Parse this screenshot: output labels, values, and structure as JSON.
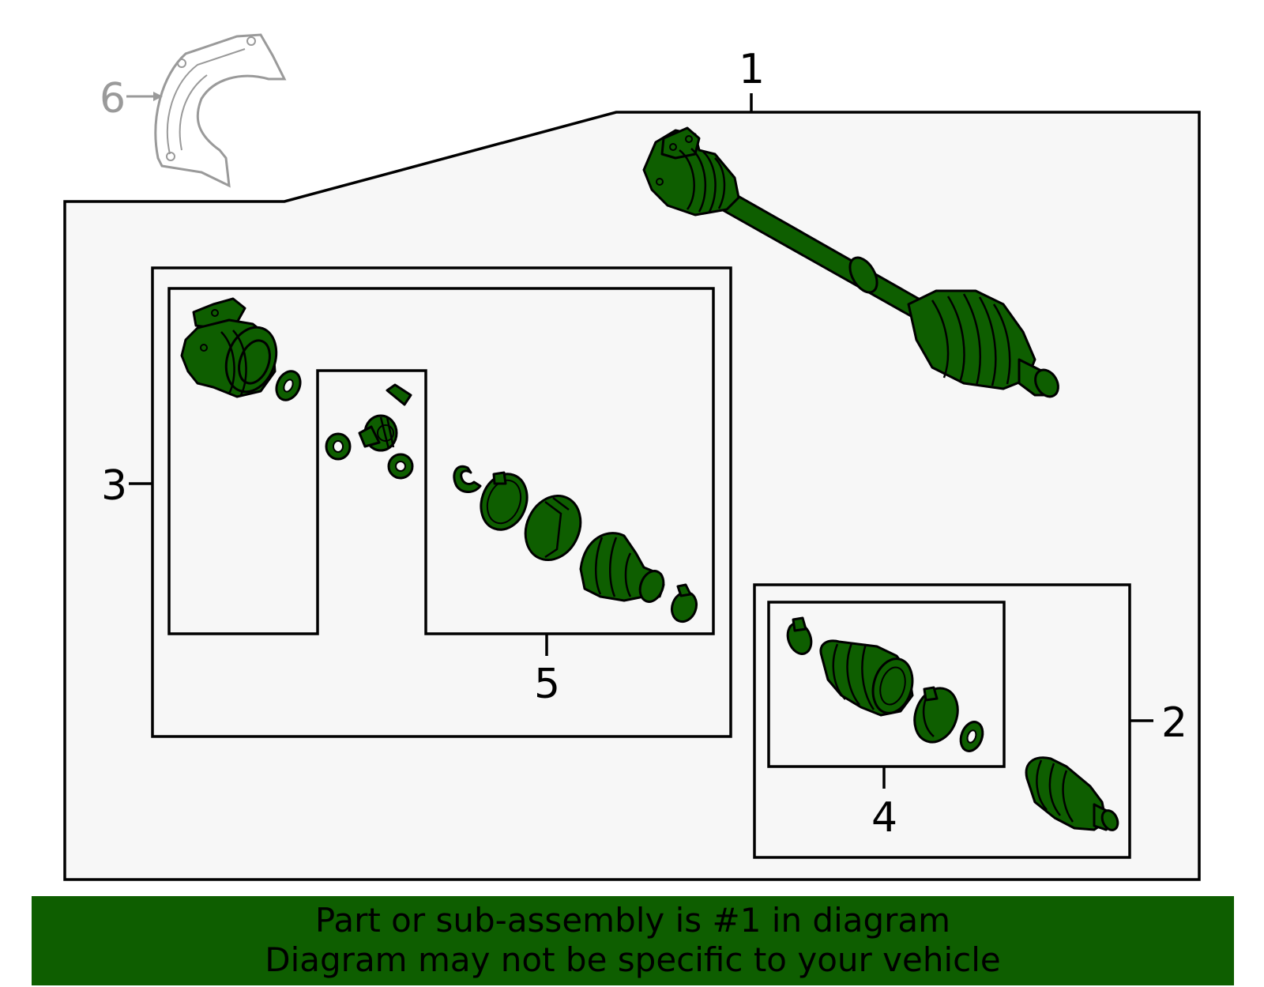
{
  "callouts": {
    "c1": "1",
    "c2": "2",
    "c3": "3",
    "c4": "4",
    "c5": "5",
    "c6": "6"
  },
  "banner": {
    "line1": "Part or sub-assembly is #1 in diagram",
    "line2": "Diagram may not be specific to your vehicle"
  },
  "colors": {
    "part_fill": "#0e5e00",
    "banner_bg": "#0e5e00",
    "panel_bg": "#f7f7f7",
    "ghost_part": "#9a9a9a"
  }
}
